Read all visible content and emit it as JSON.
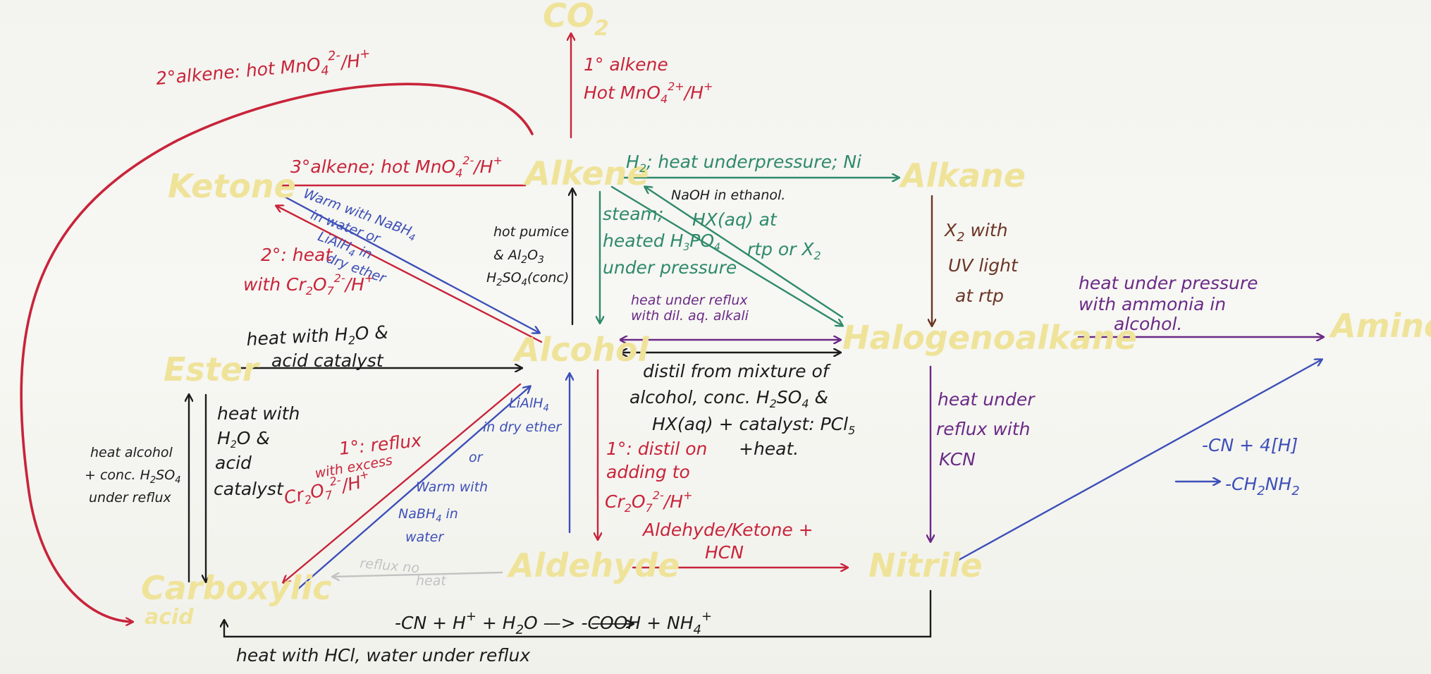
{
  "colors": {
    "paper": "#f5f5f1",
    "node_text": "#efe39a",
    "red": "#c8243a",
    "green": "#2e8a6a",
    "blue": "#3d4fb8",
    "purple": "#6a2a86",
    "brown": "#6b3526",
    "black": "#1c1c1c",
    "grey": "#c2c2c2"
  },
  "nodes": {
    "co2": "CO",
    "co2_sub": "2",
    "alkene": "Alkene",
    "alkane": "Alkane",
    "ketone": "Ketone",
    "alcohol": "Alcohol",
    "halogenoalkane": "Halogenoalkane",
    "amine": "Amine",
    "ester": "Ester",
    "aldehyde": "Aldehyde",
    "nitrile": "Nitrile",
    "carboxylic_1": "Carboxylic",
    "carboxylic_2": "acid"
  },
  "labels": {
    "alkene_ketone_2deg": "2°alkene: hot MnO",
    "alkene_ketone_2deg_sub": "4",
    "alkene_ketone_2deg_sup": "2-",
    "alkene_ketone_2deg_tail": "/H",
    "alkene_ketone_2deg_plus": "+",
    "alkene_co2_1": "1° alkene",
    "alkene_co2_2": "Hot MnO",
    "alkene_co2_2_sub": "4",
    "alkene_co2_2_sup": "2+",
    "alkene_co2_2_tail": "/H",
    "alkene_co2_2_plus": "+",
    "alkene_ketone_3deg": "3°alkene; hot MnO",
    "alkene_ketone_3deg_sub": "4",
    "alkene_ketone_3deg_sup": "2-",
    "alkene_ketone_3deg_tail": "/H",
    "alkene_ketone_3deg_plus": "+",
    "alkene_alkane": "H",
    "alkene_alkane_sub": "2",
    "alkene_alkane_tail": "; heat underpressure; Ni",
    "naoh_ethanol": "NaOH in ethanol.",
    "hx_1": "HX(aq) at",
    "hx_2": "rtp or X",
    "hx_2_sub": "2",
    "nabh4_1": "Warm with NaBH",
    "nabh4_1_sub": "4",
    "nabh4_2": "in water or",
    "nabh4_3": "LiAlH",
    "nabh4_3_sub": "4",
    "nabh4_3_tail": " in",
    "nabh4_4": "dry ether",
    "pumice_1": "hot pumice",
    "pumice_2": "& Al",
    "pumice_2_sub1": "2",
    "pumice_2_mid": "O",
    "pumice_2_sub2": "3",
    "pumice_3": "H",
    "pumice_3_sub1": "2",
    "pumice_3_mid": "SO",
    "pumice_3_sub2": "4",
    "pumice_3_tail": "(conc)",
    "steam_1": "steam;",
    "steam_2": "heated H",
    "steam_2_sub1": "3",
    "steam_2_mid": "PO",
    "steam_2_sub2": "4",
    "steam_3": "under pressure",
    "dil_alkali_1": "heat under reflux",
    "dil_alkali_2": "with dil. aq. alkali",
    "x2_1": "X",
    "x2_1_sub": "2",
    "x2_1_tail": " with",
    "x2_2": "UV light",
    "x2_3": "at rtp",
    "ammonia_1": "heat under pressure",
    "ammonia_2": "with ammonia in",
    "ammonia_3": "alcohol.",
    "sec_heat_1": "2°: heat",
    "sec_heat_2": "with Cr",
    "sec_heat_2_sub1": "2",
    "sec_heat_2_mid": "O",
    "sec_heat_2_sub2": "7",
    "sec_heat_2_sup": "2-",
    "sec_heat_2_tail": "/H",
    "sec_heat_2_plus": "+",
    "ester_alcohol_1": "heat with H",
    "ester_alcohol_1_sub": "2",
    "ester_alcohol_1_tail": "O &",
    "ester_alcohol_2": "acid catalyst",
    "distil_1": "distil from mixture of",
    "distil_2": "alcohol, conc. H",
    "distil_2_sub1": "2",
    "distil_2_mid": "SO",
    "distil_2_sub2": "4",
    "distil_2_tail": " &",
    "distil_3": "HX(aq) + catalyst: PCl",
    "distil_3_sub": "5",
    "distil_4": "+heat.",
    "ester_acid_1": "heat with",
    "ester_acid_2": "H",
    "ester_acid_2_sub": "2",
    "ester_acid_2_tail": "O &",
    "ester_acid_3": "acid",
    "ester_acid_4": "catalyst",
    "make_ester_1": "heat alcohol",
    "make_ester_2": "+ conc. H",
    "make_ester_2_sub1": "2",
    "make_ester_2_mid": "SO",
    "make_ester_2_sub2": "4",
    "make_ester_3": "under reflux",
    "prim_reflux_1": "1°: reflux",
    "prim_reflux_2": "with excess",
    "prim_reflux_3": "Cr",
    "prim_reflux_3_sub1": "2",
    "prim_reflux_3_mid": "O",
    "prim_reflux_3_sub2": "7",
    "prim_reflux_3_sup": "2-",
    "prim_reflux_3_tail": "/H",
    "prim_reflux_3_plus": "+",
    "lialh4_1": "LiAlH",
    "lialh4_1_sub": "4",
    "lialh4_2": "in dry ether",
    "lialh4_3": "or",
    "lialh4_4": "Warm with",
    "lialh4_5": "NaBH",
    "lialh4_5_sub": "4",
    "lialh4_5_tail": " in",
    "lialh4_6": "water",
    "prim_distil_1": "1°: distil on",
    "prim_distil_2": "adding to",
    "prim_distil_3": "Cr",
    "prim_distil_3_sub1": "2",
    "prim_distil_3_mid": "O",
    "prim_distil_3_sub2": "7",
    "prim_distil_3_sup": "2-",
    "prim_distil_3_tail": "/H",
    "prim_distil_3_plus": "+",
    "kcn_1": "heat under",
    "kcn_2": "reflux with",
    "kcn_3": "KCN",
    "reduce_1": "-CN + 4[H]",
    "reduce_2": "-CH",
    "reduce_2_sub1": "2",
    "reduce_2_tail": "NH",
    "reduce_2_sub2": "2",
    "reflux_no_heat_1": "reflux no",
    "reflux_no_heat_2": "heat",
    "hcn_1": "Aldehyde/Ketone +",
    "hcn_2": "HCN",
    "hydrolysis_eq": "-CN + H",
    "hydrolysis_eq_plus1": "+",
    "hydrolysis_eq_mid": " + H",
    "hydrolysis_eq_sub": "2",
    "hydrolysis_eq_tail": "O  —>  -COOH + NH",
    "hydrolysis_eq_sub2": "4",
    "hydrolysis_eq_plus2": "+",
    "hcl_reflux": "heat with HCl, water under reflux"
  }
}
